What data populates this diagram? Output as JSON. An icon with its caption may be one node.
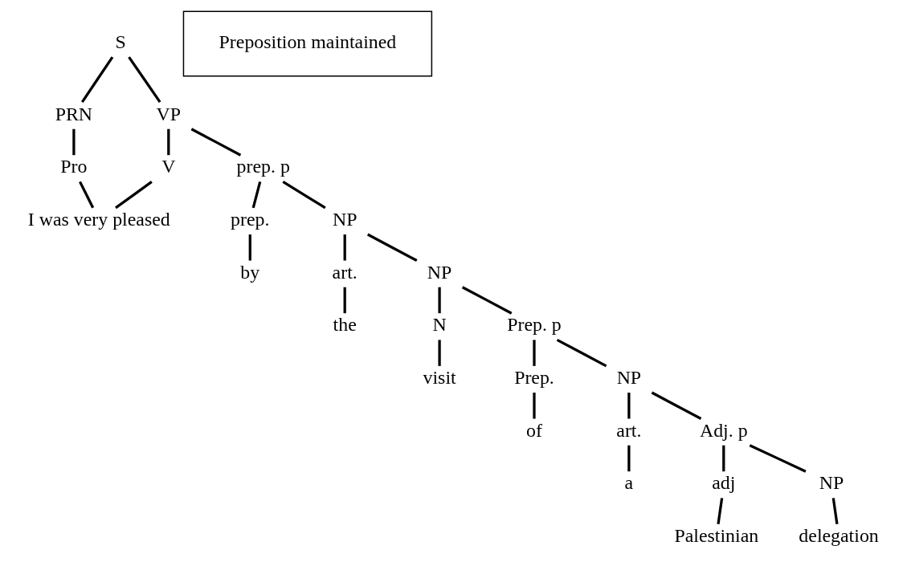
{
  "diagram": {
    "nodes": [
      {
        "text": [
          "S"
        ]
      },
      {
        "text": [
          "PRN"
        ]
      },
      {
        "text": [
          "VP"
        ]
      },
      {
        "text": [
          "Pro"
        ]
      },
      {
        "text": [
          "V"
        ]
      },
      {
        "text": [
          "I was very pleased"
        ]
      },
      {
        "text": [
          "prep. p"
        ]
      },
      {
        "text": [
          "prep."
        ]
      },
      {
        "text": [
          "NP"
        ]
      },
      {
        "text": [
          "by"
        ]
      },
      {
        "text": [
          "art."
        ]
      },
      {
        "text": [
          "NP"
        ]
      },
      {
        "text": [
          "the"
        ]
      },
      {
        "text": [
          "N"
        ]
      },
      {
        "text": [
          "Prep. p"
        ]
      },
      {
        "text": [
          "visit"
        ]
      },
      {
        "text": [
          "Prep."
        ]
      },
      {
        "text": [
          "NP"
        ]
      },
      {
        "text": [
          "of"
        ]
      },
      {
        "text": [
          "art."
        ]
      },
      {
        "text": [
          "Adj. p"
        ]
      },
      {
        "text": [
          "a"
        ]
      },
      {
        "text": [
          "adj"
        ]
      },
      {
        "text": [
          "NP"
        ]
      },
      {
        "text": [
          "Palestinian"
        ]
      },
      {
        "text": [
          "delegation"
        ]
      },
      {
        "text": [
          "Preposition maintained"
        ]
      }
    ],
    "edges": [
      {
        "from": 0,
        "to": 1,
        "arrow": "none"
      },
      {
        "from": 0,
        "to": 2,
        "arrow": "none"
      },
      {
        "from": 1,
        "to": 3,
        "arrow": "none"
      },
      {
        "from": 2,
        "to": 4,
        "arrow": "none"
      },
      {
        "from": 2,
        "to": 6,
        "arrow": "none"
      },
      {
        "from": 3,
        "to": 5,
        "arrow": "none"
      },
      {
        "from": 4,
        "to": 5,
        "arrow": "none"
      },
      {
        "from": 6,
        "to": 7,
        "arrow": "none"
      },
      {
        "from": 6,
        "to": 8,
        "arrow": "none"
      },
      {
        "from": 7,
        "to": 9,
        "arrow": "none"
      },
      {
        "from": 8,
        "to": 10,
        "arrow": "none"
      },
      {
        "from": 8,
        "to": 11,
        "arrow": "none"
      },
      {
        "from": 10,
        "to": 12,
        "arrow": "none"
      },
      {
        "from": 11,
        "to": 13,
        "arrow": "none"
      },
      {
        "from": 11,
        "to": 14,
        "arrow": "none"
      },
      {
        "from": 13,
        "to": 15,
        "arrow": "none"
      },
      {
        "from": 14,
        "to": 16,
        "arrow": "none"
      },
      {
        "from": 14,
        "to": 17,
        "arrow": "none"
      },
      {
        "from": 16,
        "to": 18,
        "arrow": "none"
      },
      {
        "from": 17,
        "to": 19,
        "arrow": "none"
      },
      {
        "from": 17,
        "to": 20,
        "arrow": "none"
      },
      {
        "from": 19,
        "to": 21,
        "arrow": "none"
      },
      {
        "from": 20,
        "to": 22,
        "arrow": "none"
      },
      {
        "from": 20,
        "to": 23,
        "arrow": "none"
      },
      {
        "from": 22,
        "to": 24,
        "arrow": "none"
      },
      {
        "from": 23,
        "to": 25,
        "arrow": "none"
      }
    ]
  }
}
